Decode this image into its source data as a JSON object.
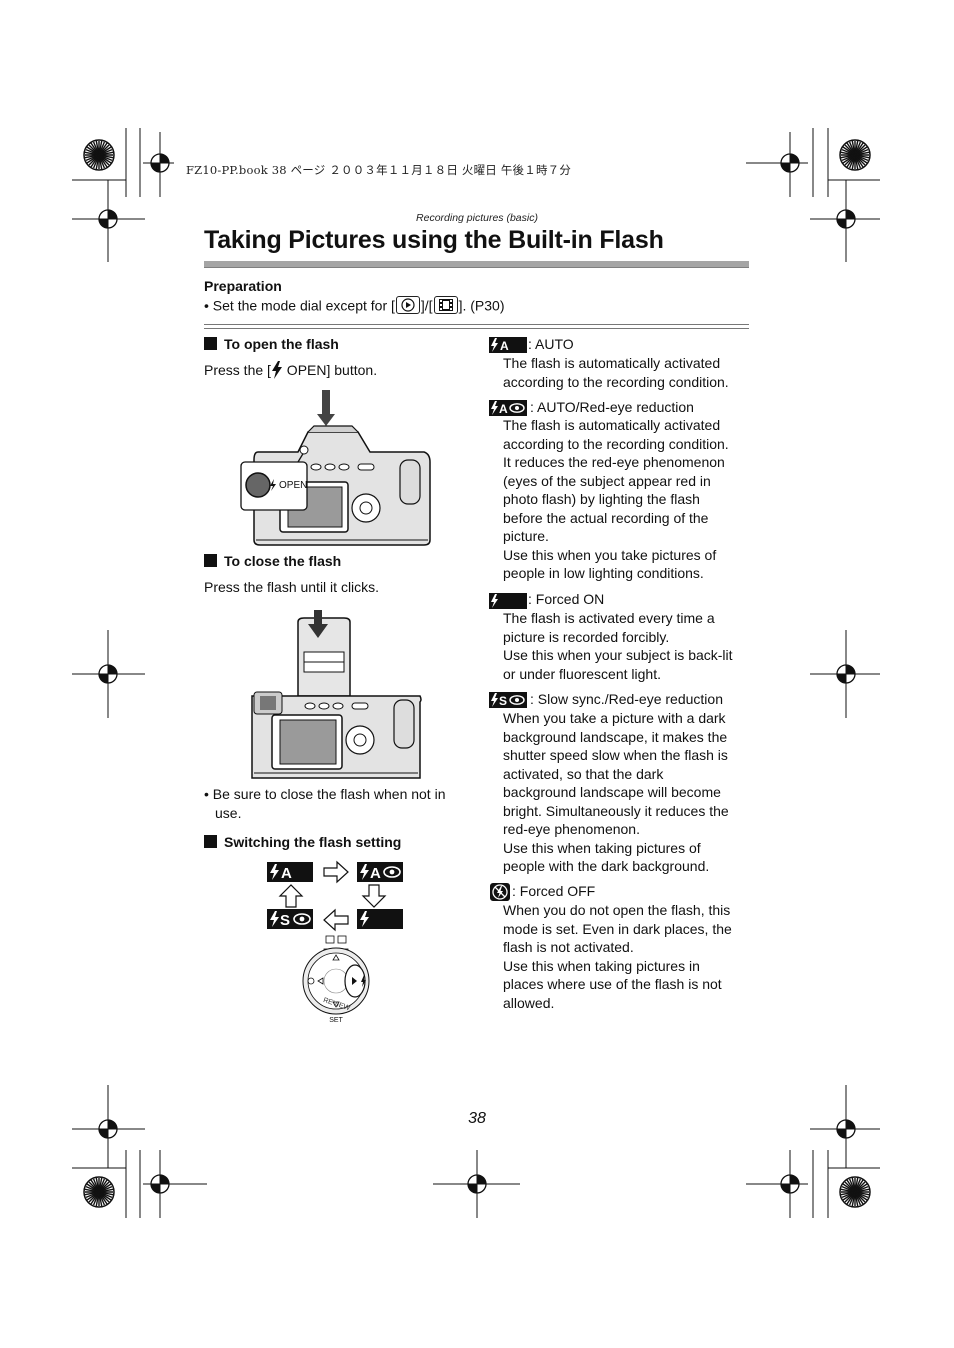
{
  "book_header": "FZ10-PP.book  38 ページ  ２００３年１１月１８日  火曜日  午後１時７分",
  "running_head": "Recording pictures (basic)",
  "title": "Taking Pictures using the Built-in Flash",
  "preparation": {
    "heading": "Preparation",
    "bullet_before": "• Set the mode dial except for [",
    "bullet_mid": "]/[",
    "bullet_after": "]. (P30)"
  },
  "open_flash": {
    "heading": "To open the flash",
    "text_before": "Press the [",
    "text_after": " OPEN] button.",
    "callout_label": "OPEN"
  },
  "close_flash": {
    "heading": "To close the flash",
    "text": "Press the flash until it clicks.",
    "note_line1": "• Be sure to close the flash when not in",
    "note_line2": "use."
  },
  "switching": {
    "heading": "Switching the flash setting",
    "dial_review": "REVIEW",
    "dial_set": "SET"
  },
  "modes": [
    {
      "badge": "A",
      "label": ":  AUTO",
      "lines": [
        "The flash is automatically activated",
        "according to the recording condition."
      ]
    },
    {
      "badge": "A",
      "label": ":  AUTO/Red-eye reduction",
      "lines": [
        "The flash is automatically activated",
        "according to the recording condition.",
        "It reduces the red-eye phenomenon",
        "(eyes of the subject appear red in",
        "photo flash) by lighting the flash",
        "before the actual recording of the",
        "picture.",
        "Use this when you take pictures of",
        "people in low lighting conditions."
      ]
    },
    {
      "badge": "",
      "label": ":  Forced ON",
      "lines": [
        "The flash is activated every time a",
        "picture is recorded forcibly.",
        "Use this when your subject is back-lit",
        "or under fluorescent light."
      ]
    },
    {
      "badge": "S",
      "label": ":  Slow sync./Red-eye reduction",
      "lines": [
        "When you take a picture with a dark",
        "background landscape, it makes the",
        "shutter speed slow when the flash is",
        "activated, so that the dark",
        "background landscape will become",
        "bright. Simultaneously it reduces the",
        "red-eye phenomenon.",
        "Use this when taking pictures of",
        "people with the dark background."
      ]
    },
    {
      "badge": "",
      "label": ":  Forced OFF",
      "lines": [
        "When you do not open the flash, this",
        "mode is set. Even in dark places, the",
        "flash is not activated.",
        "Use this when taking pictures in",
        "places where use of the flash is not",
        "allowed."
      ]
    }
  ],
  "page_number": "38"
}
